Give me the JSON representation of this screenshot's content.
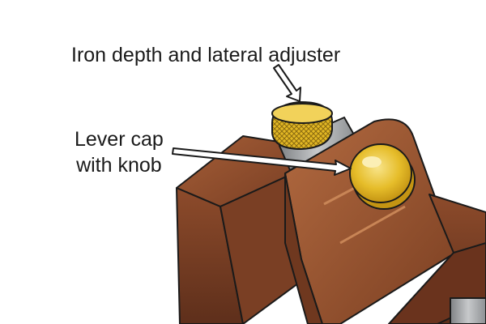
{
  "labels": {
    "adjuster": "Iron depth and lateral adjuster",
    "lever_cap_line1": "Lever cap",
    "lever_cap_line2": "with knob"
  },
  "parts": {
    "adjuster": "knurled-brass-adjuster",
    "lever_cap": "lever-cap",
    "knob": "brass-knob",
    "body": "plane-body"
  },
  "colors": {
    "wood": "#8a4a2c",
    "wood_dark": "#5e2f1b",
    "wood_light": "#b0683f",
    "brass": "#e3b824",
    "brass_light": "#f6e07a",
    "steel": "#9ea1a4",
    "outline": "#1a1a1a"
  }
}
